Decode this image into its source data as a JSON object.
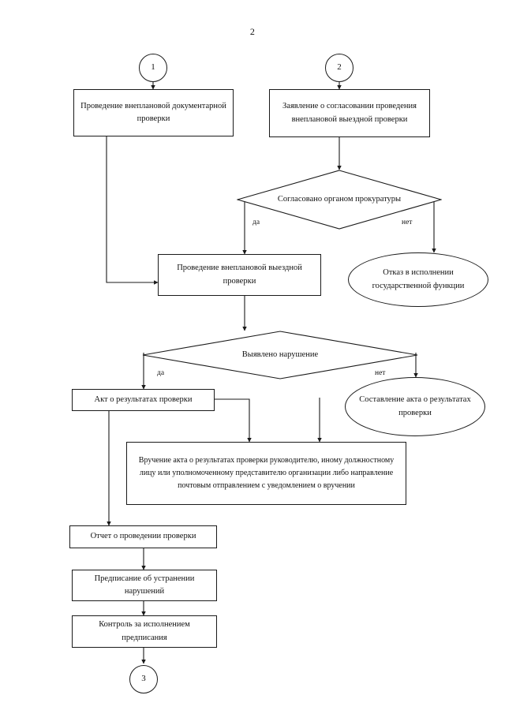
{
  "page": {
    "number": "2"
  },
  "connectors": {
    "in_left": "1",
    "in_right": "2",
    "out_bottom": "3"
  },
  "nodes": {
    "unscheduled_documentary_check": "Проведение внеплановой документарной проверки",
    "application_for_approval": "Заявление о согласовании проведения внеплановой выездной проверки",
    "approved_by_prosecutor": "Согласовано органом прокуратуры",
    "unscheduled_field_check": "Проведение внеплановой выездной проверки",
    "refusal": "Отказ в исполнении государственной функции",
    "violation_detected": "Выявлено нарушение",
    "act_on_results": "Акт о результатах проверки",
    "drafting_act": "Составление акта о результатах проверки",
    "delivery_of_act": "Вручение акта о результатах проверки руководителю, иному должностному лицу или уполномоченному представителю организации либо направление почтовым отправлением с уведомлением о вручении",
    "inspection_report": "Отчет о проведении проверки",
    "order_to_eliminate": "Предписание об устранении нарушений",
    "control_of_execution": "Контроль за исполнением предписания"
  },
  "edge_labels": {
    "prosecutor_yes": "да",
    "prosecutor_no": "нет",
    "violation_yes": "да",
    "violation_no": "нет"
  },
  "colors": {
    "stroke": "#1a1a1a",
    "background": "#ffffff",
    "text": "#111111"
  }
}
